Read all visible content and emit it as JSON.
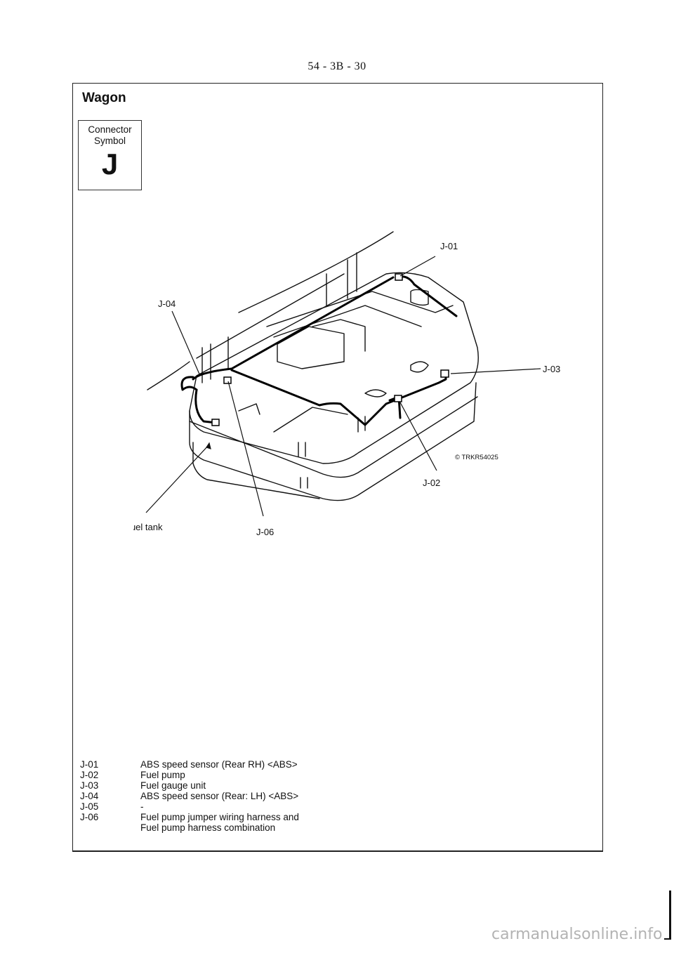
{
  "page_number": "54 - 3B - 30",
  "section_title": "Wagon",
  "connector_symbol": {
    "label": "Connector\nSymbol",
    "letter": "J"
  },
  "diagram": {
    "callouts": {
      "j01": "J-01",
      "j02": "J-02",
      "j03": "J-03",
      "j04": "J-04",
      "j06": "J-06",
      "fuel_tank": "Fuel tank"
    },
    "figure_id": "© TRKR54025"
  },
  "legend": [
    {
      "code": "J-01",
      "description": "ABS speed sensor (Rear RH) <ABS>"
    },
    {
      "code": "J-02",
      "description": "Fuel pump"
    },
    {
      "code": "J-03",
      "description": "Fuel gauge unit"
    },
    {
      "code": "J-04",
      "description": "ABS speed sensor (Rear: LH) <ABS>"
    },
    {
      "code": "J-05",
      "description": "-"
    },
    {
      "code": "J-06",
      "description": "Fuel pump jumper wiring harness and\nFuel pump harness combination"
    }
  ],
  "watermark": "carmanualsonline.info"
}
